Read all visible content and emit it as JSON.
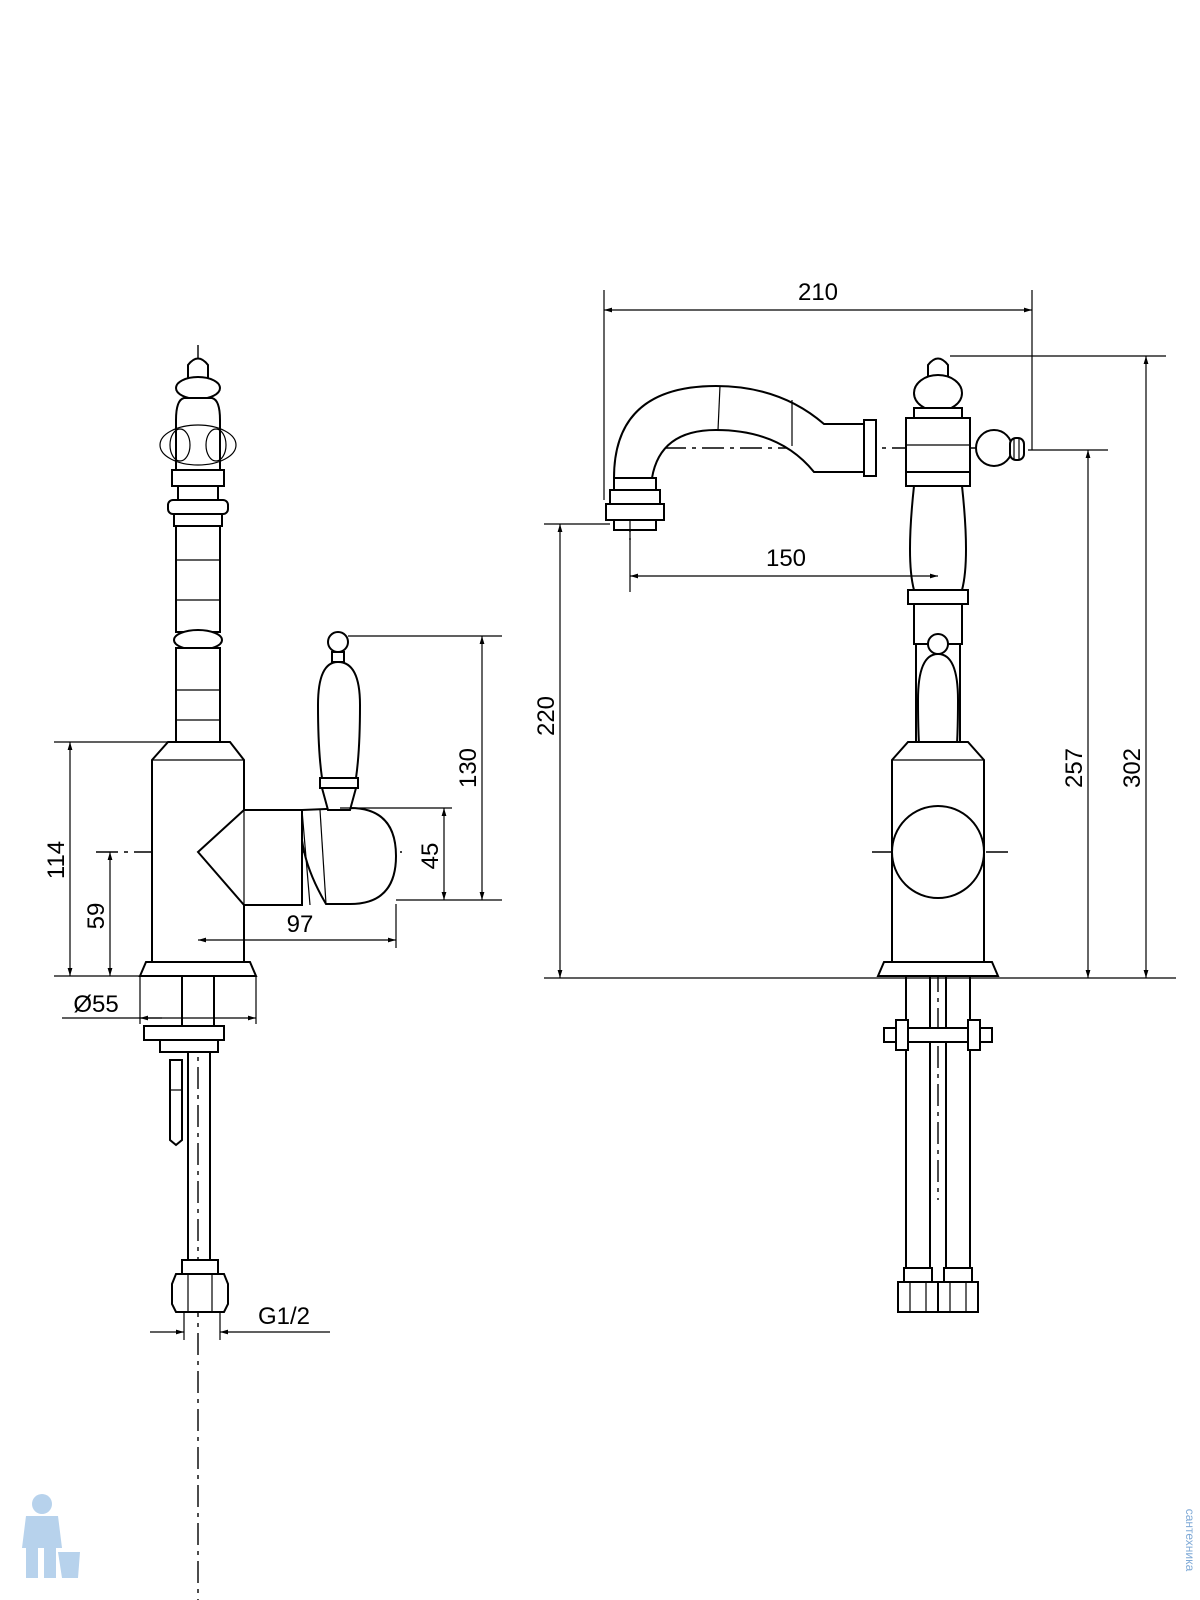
{
  "dimensions": {
    "side": {
      "handle_height": "130",
      "lever_width": "45",
      "body_height": "114",
      "axis_height": "59",
      "lever_reach": "97",
      "base_diameter": "Ø55",
      "thread": "G1/2"
    },
    "front": {
      "overall_width": "210",
      "spout_reach": "150",
      "spout_height": "220",
      "outlet_height": "257",
      "overall_height": "302"
    }
  },
  "watermark": {
    "text": "сантехника",
    "icon": "plumber-mascot-icon"
  },
  "colors": {
    "line": "#000000",
    "background": "#ffffff",
    "watermark": "#9fc3e6"
  }
}
